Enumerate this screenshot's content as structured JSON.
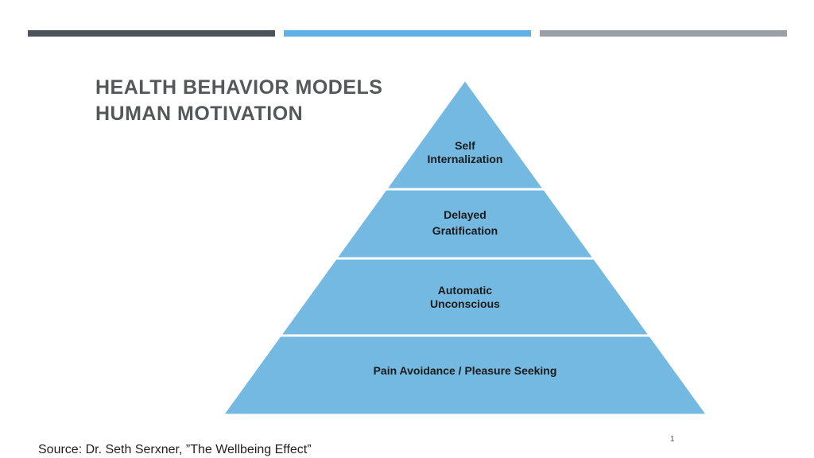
{
  "slide": {
    "title_line1": "HEALTH BEHAVIOR MODELS",
    "title_line2": "HUMAN MOTIVATION",
    "source": "Source: Dr. Seth Serxner, ”The Wellbeing Effect”",
    "page_number": "1"
  },
  "pyramid": {
    "fill_color": "#74b9e2",
    "levels": [
      {
        "line1": "Self",
        "line2": "Internalization"
      },
      {
        "line1": "Delayed",
        "line2": "Gratification"
      },
      {
        "line1": "Automatic",
        "line2": "Unconscious"
      },
      {
        "line1": "Pain Avoidance / Pleasure Seeking",
        "line2": ""
      }
    ]
  },
  "accent_bars": {
    "dark": "#4d5359",
    "blue": "#5fb0e5",
    "gray": "#9aa0a6"
  }
}
